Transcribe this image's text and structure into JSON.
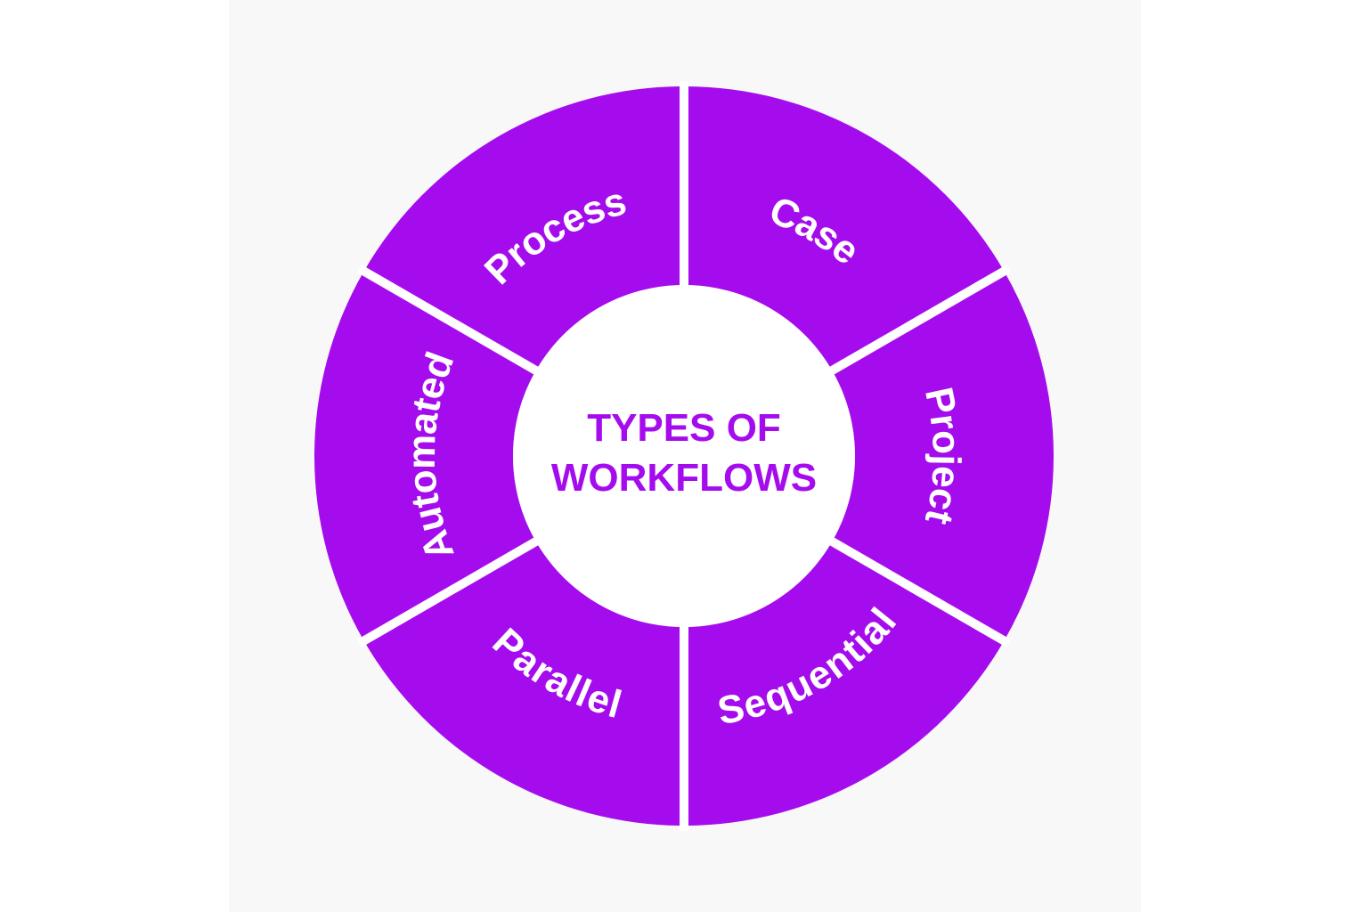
{
  "title_lines": [
    "TYPES OF",
    "WORKFLOWS"
  ],
  "segments": [
    {
      "label": "Case"
    },
    {
      "label": "Project"
    },
    {
      "label": "Sequential"
    },
    {
      "label": "Parallel"
    },
    {
      "label": "Automated"
    },
    {
      "label": "Process"
    }
  ],
  "colors": {
    "segment_fill": "#a50ced",
    "label_text": "#ffffff",
    "title_text": "#a50ced",
    "center_fill": "#ffffff",
    "gap": "#ffffff",
    "background": "#f8f8f8"
  }
}
